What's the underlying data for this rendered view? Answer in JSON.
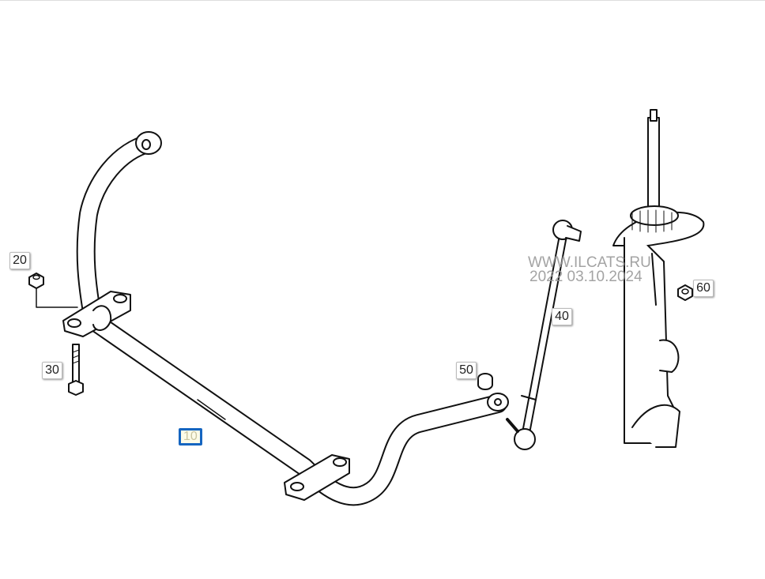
{
  "callouts": [
    {
      "id": "20",
      "label": "20"
    },
    {
      "id": "30",
      "label": "30"
    },
    {
      "id": "10",
      "label": "10",
      "selected": true
    },
    {
      "id": "50",
      "label": "50"
    },
    {
      "id": "40",
      "label": "40"
    },
    {
      "id": "60",
      "label": "60"
    }
  ],
  "watermark": {
    "line1": "WWW.ILCATS.RU",
    "line2": "2022 03.10.2024"
  },
  "colors": {
    "selected": "#1565c0",
    "line": "#111111"
  }
}
